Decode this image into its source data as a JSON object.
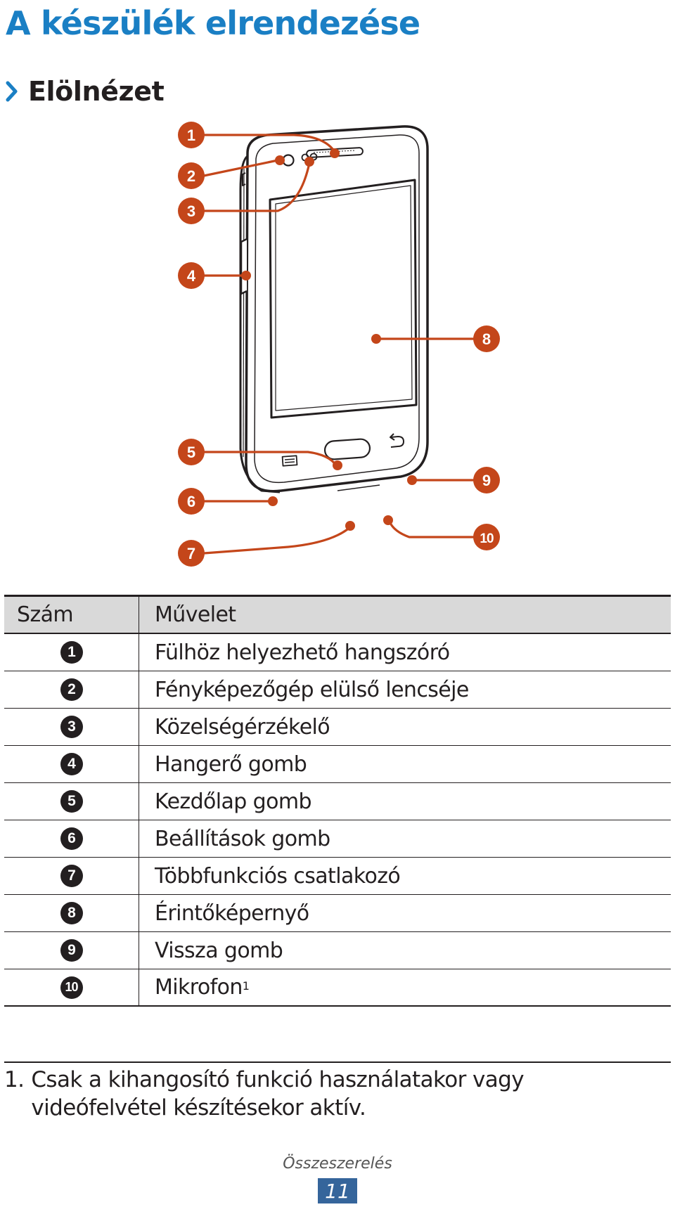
{
  "page_title": "A készülék elrendezése",
  "section_title": "Elölnézet",
  "accent_color": "#1a7fc4",
  "callout_color": "#c4461a",
  "callouts": [
    "1",
    "2",
    "3",
    "4",
    "5",
    "6",
    "7",
    "8",
    "9",
    "10"
  ],
  "table": {
    "headers": {
      "number": "Szám",
      "action": "Művelet"
    },
    "rows": [
      {
        "num": "1",
        "action": "Fülhöz helyezhető hangszóró"
      },
      {
        "num": "2",
        "action": "Fényképezőgép elülső lencséje"
      },
      {
        "num": "3",
        "action": "Közelségérzékelő"
      },
      {
        "num": "4",
        "action": "Hangerő gomb"
      },
      {
        "num": "5",
        "action": "Kezdőlap gomb"
      },
      {
        "num": "6",
        "action": "Beállítások gomb"
      },
      {
        "num": "7",
        "action": "Többfunkciós csatlakozó"
      },
      {
        "num": "8",
        "action": "Érintőképernyő"
      },
      {
        "num": "9",
        "action": "Vissza gomb"
      },
      {
        "num": "10",
        "action": "Mikrofon",
        "sup": "1"
      }
    ]
  },
  "footnote": {
    "number": "1.",
    "text": "Csak a kihangosító funkció használatakor vagy videófelvétel készítésekor aktív."
  },
  "footer": {
    "section": "Összeszerelés",
    "page_number": "11"
  }
}
